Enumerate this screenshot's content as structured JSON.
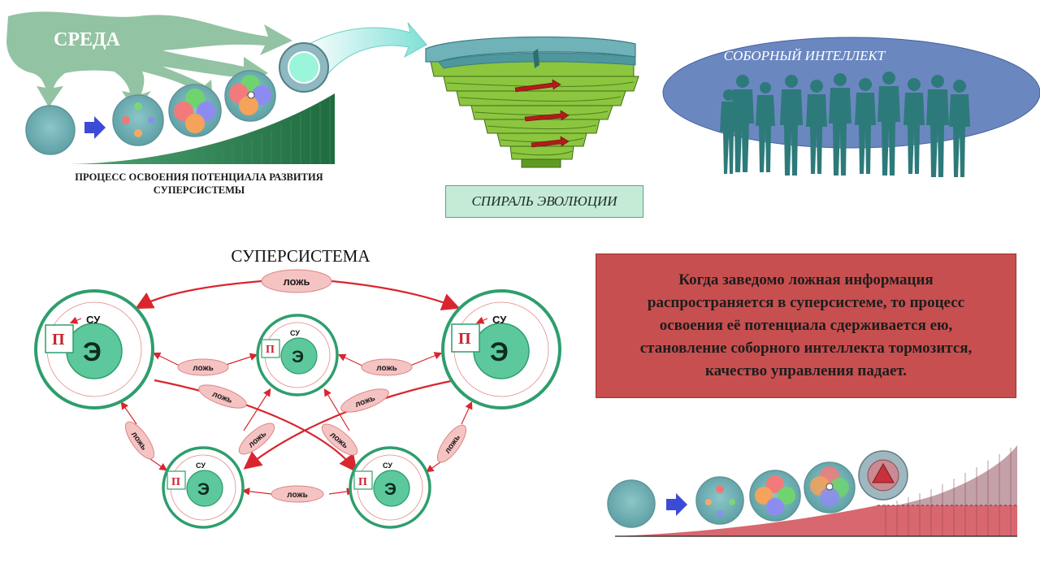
{
  "environment": {
    "label": "СРЕДА"
  },
  "development_process": {
    "caption": "ПРОЦЕСС ОСВОЕНИЯ ПОТЕНЦИАЛА РАЗВИТИЯ СУПЕРСИСТЕМЫ"
  },
  "spiral": {
    "label": "СПИРАЛЬ ЭВОЛЮЦИИ"
  },
  "collective_intellect": {
    "label": "СОБОРНЫЙ ИНТЕЛЛЕКТ"
  },
  "supersystem": {
    "title": "СУПЕРСИСТЕМА",
    "node_labels": {
      "control": "СУ",
      "p": "П",
      "e": "Э"
    },
    "link_label": "ложь"
  },
  "statement": {
    "text": "Когда заведомо ложная информация распространяется в суперсистеме, то процесс освоения её потенциала сдерживается ею, становление соборного интеллекта тормозится, качество управления падает."
  },
  "colors": {
    "environment_arrow": "#8cc09e",
    "process_ramp": "#2f7d50",
    "cell_fill": "#6fa9ac",
    "spiral_green": "#8cc63f",
    "spiral_ring": "#6fb3b8",
    "crowd": "#2d7a7a",
    "ellipse": "#6b87c0",
    "node_ring": "#2e9e6c",
    "node_core": "#5cc89c",
    "lie_arrow": "#d9262e",
    "lie_pill": "#f6c3c3",
    "statement_box": "#c84f4f",
    "degradation_ramp": "#d9676f"
  }
}
